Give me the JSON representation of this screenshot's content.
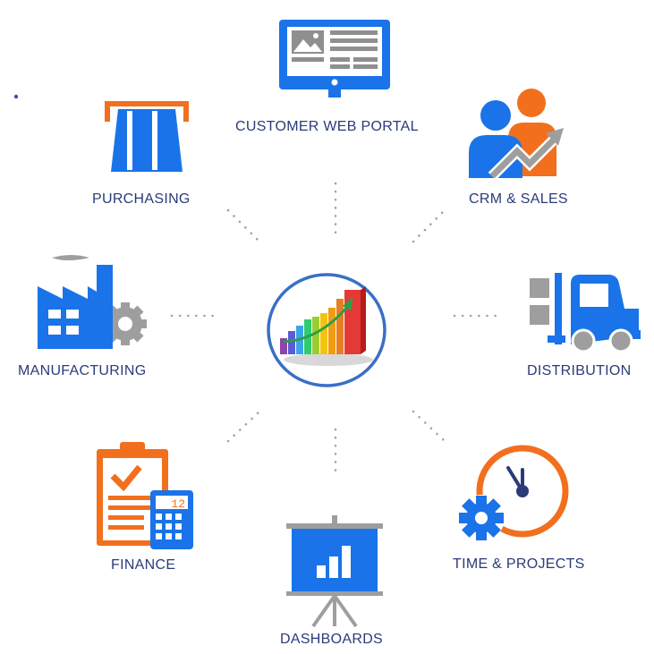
{
  "colors": {
    "blue": "#1a73e8",
    "orange": "#f26f1e",
    "navy": "#2b3b7a",
    "gray": "#9e9e9e",
    "dots": "#9aa0a6"
  },
  "hub": {
    "icon": "rising-bar-chart-icon"
  },
  "modules": {
    "customer_portal": {
      "label": "CUSTOMER WEB PORTAL",
      "icon": "monitor-icon"
    },
    "crm_sales": {
      "label": "CRM & SALES",
      "icon": "people-growth-icon"
    },
    "distribution": {
      "label": "DISTRIBUTION",
      "icon": "forklift-icon"
    },
    "time_projects": {
      "label": "TIME & PROJECTS",
      "icon": "clock-gear-icon"
    },
    "dashboards": {
      "label": "DASHBOARDS",
      "icon": "presentation-board-icon"
    },
    "finance": {
      "label": "FINANCE",
      "icon": "clipboard-calculator-icon",
      "calculator_display": "12"
    },
    "manufacturing": {
      "label": "MANUFACTURING",
      "icon": "factory-gear-icon"
    },
    "purchasing": {
      "label": "PURCHASING",
      "icon": "card-reader-icon"
    }
  }
}
